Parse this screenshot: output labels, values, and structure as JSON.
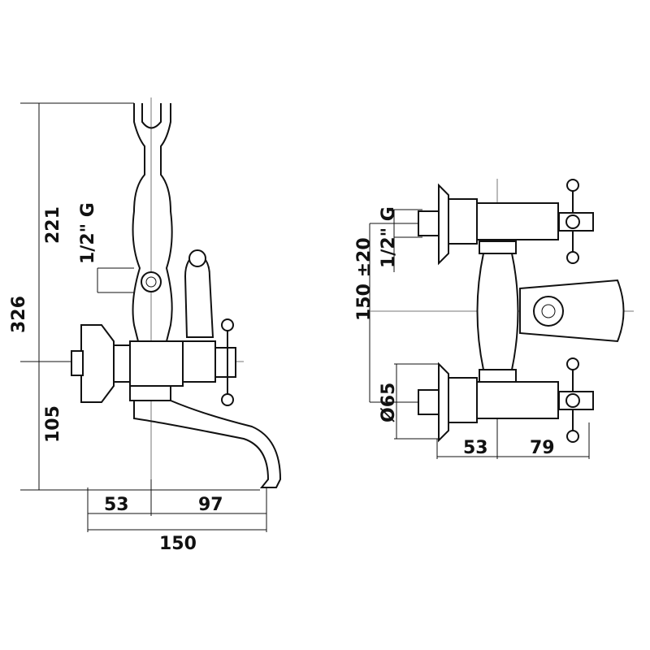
{
  "left_view": {
    "height_total": "326",
    "height_upper": "221",
    "height_lower": "105",
    "thread": "1/2\" G",
    "width_left": "53",
    "width_right": "97",
    "width_total": "150"
  },
  "right_view": {
    "center_distance": "150 ±20",
    "thread": "1/2\" G",
    "flange_diameter": "Ø65",
    "depth_left": "53",
    "depth_right": "79"
  }
}
